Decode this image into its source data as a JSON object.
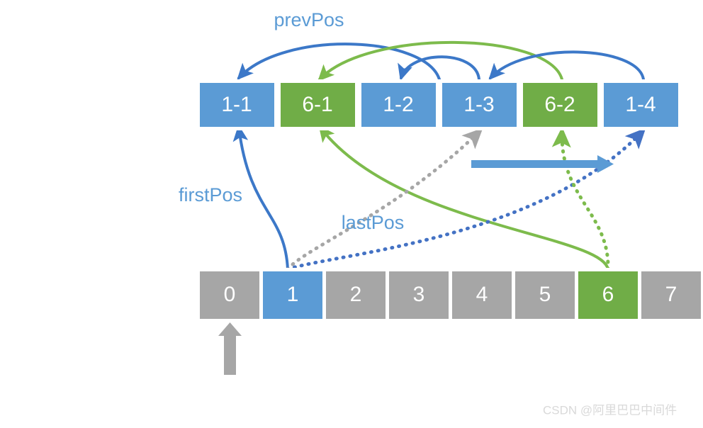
{
  "diagram": {
    "title": "prevPos / firstPos / lastPos linked list diagram",
    "colors": {
      "blue": "#5B9BD5",
      "blue_dark": "#3C78C8",
      "green": "#70AD47",
      "green_arrow": "#7DBB4C",
      "gray": "#A6A6A6",
      "white": "#FFFFFF",
      "watermark": "#D9D9D9"
    },
    "top_row": {
      "name": "position-array",
      "cells": [
        {
          "label": "1-1",
          "color": "blue"
        },
        {
          "label": "6-1",
          "color": "green"
        },
        {
          "label": "1-2",
          "color": "blue"
        },
        {
          "label": "1-3",
          "color": "blue"
        },
        {
          "label": "6-2",
          "color": "green"
        },
        {
          "label": "1-4",
          "color": "blue"
        }
      ]
    },
    "bottom_row": {
      "name": "index-array",
      "cells": [
        {
          "label": "0",
          "color": "gray"
        },
        {
          "label": "1",
          "color": "blue"
        },
        {
          "label": "2",
          "color": "gray"
        },
        {
          "label": "3",
          "color": "gray"
        },
        {
          "label": "4",
          "color": "gray"
        },
        {
          "label": "5",
          "color": "gray"
        },
        {
          "label": "6",
          "color": "green"
        },
        {
          "label": "7",
          "color": "gray"
        }
      ]
    },
    "labels": {
      "prev_pos": "prevPos",
      "first_pos": "firstPos",
      "last_pos": "lastPos"
    },
    "watermark": "CSDN @阿里巴巴中间件"
  }
}
